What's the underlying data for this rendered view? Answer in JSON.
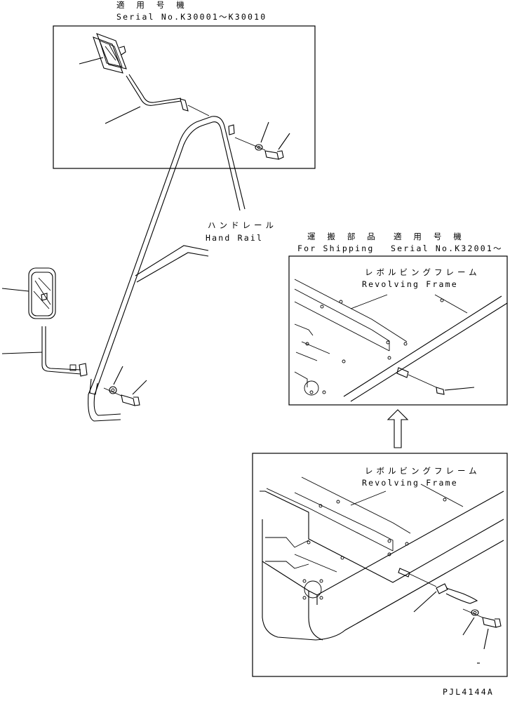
{
  "top_box": {
    "applicable_jp": "適 用 号 機",
    "serial": "Serial No.K30001～K30010"
  },
  "hand_rail": {
    "jp": "ハンドレール",
    "en": "Hand Rail"
  },
  "shipping_box": {
    "shipping_jp": "運 搬 部 品",
    "shipping_en": "For Shipping",
    "applicable_jp": "適 用 号 機",
    "serial": "Serial No.K32001～",
    "frame_jp": "レボルビングフレーム",
    "frame_en": "Revolving Frame"
  },
  "install_box": {
    "frame_jp": "レボルビングフレーム",
    "frame_en": "Revolving Frame"
  },
  "drawing_code": "PJL4144A"
}
